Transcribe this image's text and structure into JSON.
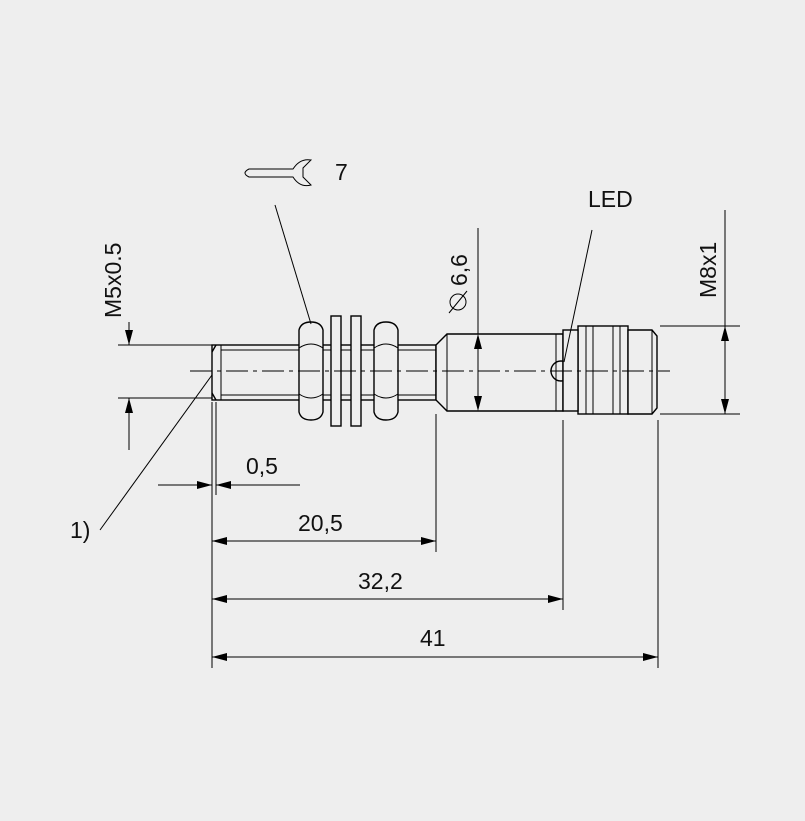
{
  "labels": {
    "thread_front": "M5x0.5",
    "thread_rear": "M8x1",
    "diameter": "6,6",
    "led": "LED",
    "wrench_size": "7",
    "note_ref": "1)"
  },
  "dimensions": {
    "d1": "0,5",
    "d2": "20,5",
    "d3": "32,2",
    "d4": "41"
  },
  "icons": {
    "wrench": "wrench-icon",
    "diameter": "diameter-symbol-icon"
  }
}
